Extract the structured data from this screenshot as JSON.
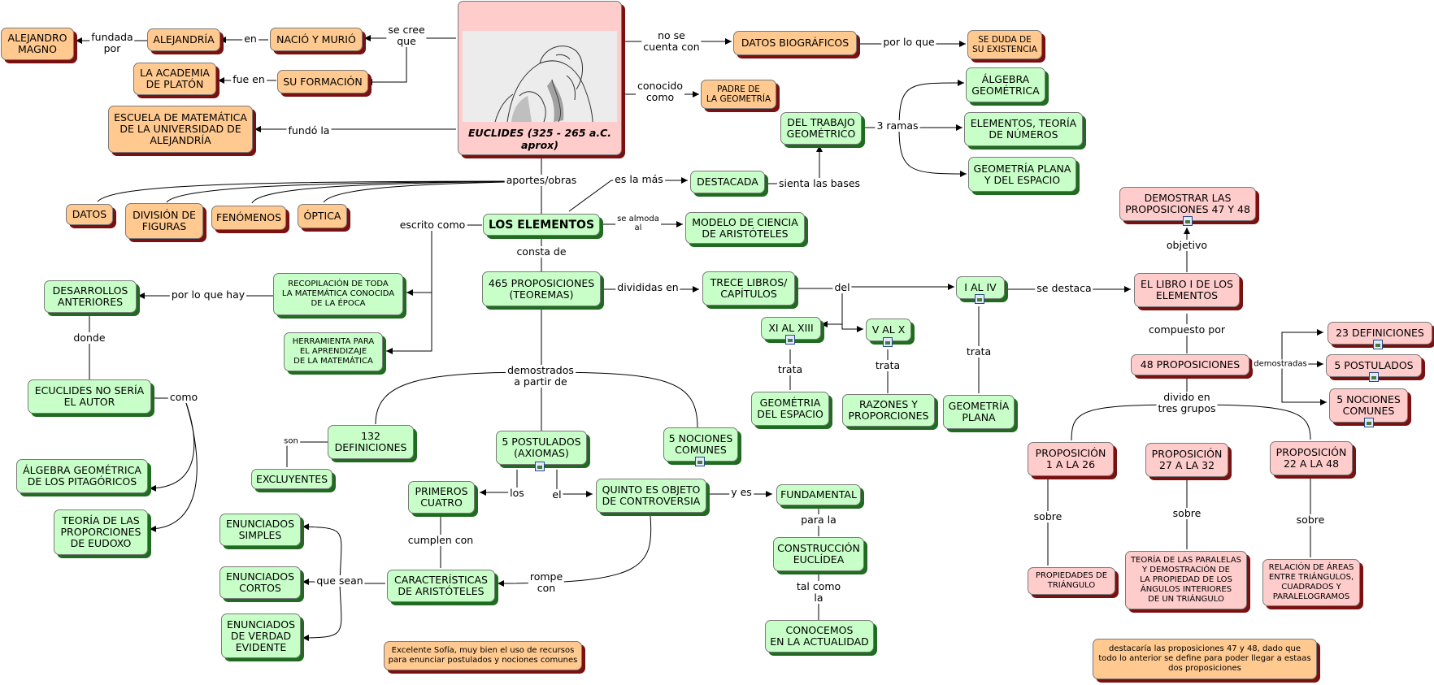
{
  "nodes": {
    "alejandro_magno": "ALEJANDRO\nMAGNO",
    "alejandria": "ALEJANDRÍA",
    "nacio_murio": "NACIÓ Y MURIÓ",
    "academia_platon": "LA ACADEMIA\nDE PLATÓN",
    "su_formacion": "SU FORMACIÓN",
    "escuela": "ESCUELA DE MATEMÁTICA\nDE LA UNIVERSIDAD DE\nALEJANDRÍA",
    "euclides": "EUCLIDES\n(325 - 265 a.C. aprox)",
    "datos_biograficos": "DATOS BIOGRÁFICOS",
    "se_duda": "SE DUDA DE\nSU EXISTENCIA",
    "padre_geometria": "PADRE DE\nLA GEOMETRÍA",
    "algebra_geometrica": "ÁLGEBRA\nGEOMÉTRICA",
    "elementos_teoria": "ELEMENTOS, TEORÍA\nDE NÚMEROS",
    "geometria_plana_espacio": "GEOMETRÍA PLANA\nY DEL ESPACIO",
    "del_trabajo": "DEL TRABAJO\nGEOMÉTRICO",
    "destacada": "DESTACADA",
    "datos": "DATOS",
    "division_figuras": "DIVISIÓN DE\nFIGURAS",
    "fenomenos": "FENÓMENOS",
    "optica": "ÓPTICA",
    "los_elementos": "LOS ELEMENTOS",
    "modelo_ciencia": "MODELO DE CIENCIA\nDE ARISTÓTELES",
    "demostrar_47_48": "DEMOSTRAR LAS\nPROPOSICIONES 47 Y 48",
    "desarrollos": "DESARROLLOS\nANTERIORES",
    "recopilacion": "RECOPILACIÓN DE TODA\nLA MATEMÁTICA CONOCIDA\nDE LA ÉPOCA",
    "herramienta": "HERRAMIENTA PARA\nEL APRENDIZAJE\nDE LA MATEMÁTICA",
    "proposiciones_465": "465 PROPOSICIONES\n(TEOREMAS)",
    "trece_libros": "TRECE LIBROS/\nCAPÍTULOS",
    "i_al_iv": "I AL IV",
    "libro_i": "EL LIBRO I DE LOS\nELEMENTOS",
    "xi_xiii": "XI AL XIII",
    "v_x": "V AL X",
    "geometria_espacio": "GEOMÉTRIA\nDEL ESPACIO",
    "razones": "RAZONES Y\nPROPORCIONES",
    "geometria_plana": "GEOMETRÍA\nPLANA",
    "definiciones_23": "23 DEFINICIONES",
    "postulados_5b": "5 POSTULADOS",
    "nociones_5b": "5 NOCIONES\nCOMUNES",
    "proposiciones_48": "48 PROPOSICIONES",
    "euclides_no_autor": "ECUCLIDES NO SERÍA\nEL AUTOR",
    "algebra_pitagoricos": "ÁLGEBRA GEOMÉTRICA\nDE LOS PITAGÓRICOS",
    "teoria_eudoxo": "TEORÍA DE LAS\nPROPORCIONES\nDE EUDOXO",
    "definiciones_132": "132\nDEFINICIONES",
    "excluyentes": "EXCLUYENTES",
    "postulados_5": "5 POSTULADOS\n(AXIOMAS)",
    "nociones_5": "5 NOCIONES\nCOMUNES",
    "primeros_cuatro": "PRIMEROS\nCUATRO",
    "quinto": "QUINTO ES OBJETO\nDE CONTROVERSIA",
    "fundamental": "FUNDAMENTAL",
    "construccion": "CONSTRUCCIÓN\nEUCLÍDEA",
    "conocemos": "CONOCEMOS\nEN LA ACTUALIDAD",
    "enunciados_simples": "ENUNCIADOS\nSIMPLES",
    "enunciados_cortos": "ENUNCIADOS\nCORTOS",
    "enunciados_verdad": "ENUNCIADOS\nDE VERDAD\nEVIDENTE",
    "caracteristicas": "CARACTERÍSTICAS\nDE ARISTÓTELES",
    "prop_1_26": "PROPOSICIÓN\n1 A LA 26",
    "prop_27_32": "PROPOSICIÓN\n27 A LA 32",
    "prop_22_48": "PROPOSICIÓN\n22 A LA 48",
    "propiedades_triangulo": "PROPIEDADES DE\nTRIÁNGULO",
    "teoria_paralelas": "TEORÍA DE LAS PARALELAS\nY DEMOSTRACIÓN DE\nLA PROPIEDAD DE LOS\nÁNGULOS INTERIORES\nDE UN TRIÁNGULO",
    "relacion_areas": "RELACIÓN DE ÁREAS\nENTRE TRIÁNGULOS,\nCUADRADOS Y\nPARALELOGRAMOS",
    "comentario_sofia": "Excelente Sofía, muy bien el uso de recursos\npara enunciar postulados y nociones comunes",
    "comentario_destacaria": "destacaría las proposiciones 47 y 48, dado que\ntodo lo anterior se define para poder llegar a estaas\ndos proposiciones"
  },
  "labels": {
    "fundada_por": "fundada\npor",
    "en": "en",
    "se_cree_que": "se cree\nque",
    "fue_en": "fue en",
    "fundo_la": "fundó la",
    "no_se_cuenta": "no se\ncuenta con",
    "por_lo_que": "por lo que",
    "conocido_como": "conocido\ncomo",
    "tres_ramas": "3 ramas",
    "sienta_bases": "sienta las bases",
    "es_la_mas": "es la más",
    "aportes": "aportes/obras",
    "escrito_como": "escrito como",
    "se_almoda": "se almoda\nal",
    "consta_de": "consta de",
    "por_lo_que_hay": "por lo que hay",
    "donde": "donde",
    "como": "como",
    "divididas_en": "divididas en",
    "del": "del",
    "se_destaca": "se destaca",
    "objetivo": "objetivo",
    "compuesto_por": "compuesto por",
    "demostradas": "demostradas",
    "trata_1": "trata",
    "trata_2": "trata",
    "trata_3": "trata",
    "divido_grupos": "divido en\ntres grupos",
    "demostrados": "demostrados\na partir de",
    "son": "son",
    "los": "los",
    "el": "el",
    "y_es": "y es",
    "para_la": "para la",
    "tal_como": "tal como\nla",
    "cumplen_con": "cumplen con",
    "que_sean": "que sean",
    "rompe_con": "rompe\ncon",
    "sobre_1": "sobre",
    "sobre_2": "sobre",
    "sobre_3": "sobre"
  }
}
